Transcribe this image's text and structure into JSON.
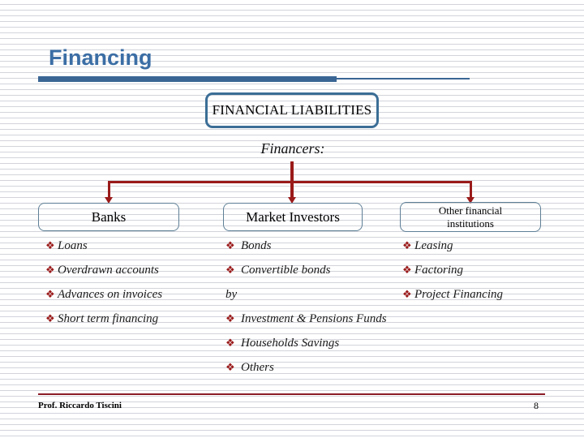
{
  "slide": {
    "title": "Financing",
    "page_number": "8",
    "author": "Prof. Riccardo Tiscini",
    "accent_blue": "#3A6694",
    "title_blue": "#3B6EA5",
    "arrow_red": "#9A1A1A",
    "footer_rule_red": "#8A1B26",
    "box_border_blue": "#5E7F96"
  },
  "diagram": {
    "root_box_label": "FINANCIAL LIABILITIES",
    "subtitle": "Financers:",
    "branches": [
      {
        "box_label": "Banks",
        "items": [
          {
            "bullet": "❖",
            "text": "Loans"
          },
          {
            "bullet": "❖",
            "text": "Overdrawn accounts"
          },
          {
            "bullet": "❖",
            "text": "Advances on invoices"
          },
          {
            "bullet": "❖",
            "text": "Short term financing"
          }
        ]
      },
      {
        "box_label": "Market Investors",
        "items": [
          {
            "bullet": "❖",
            "text": "Bonds"
          },
          {
            "bullet": "❖",
            "text": "Convertible bonds"
          },
          {
            "bullet": "",
            "text": "by"
          },
          {
            "bullet": "❖",
            "text": "Investment & Pensions Funds"
          },
          {
            "bullet": "❖",
            "text": "Households Savings"
          },
          {
            "bullet": "❖",
            "text": "Others"
          }
        ]
      },
      {
        "box_label_line1": "Other financial",
        "box_label_line2": "institutions",
        "items": [
          {
            "bullet": "❖",
            "text": "Leasing"
          },
          {
            "bullet": "❖",
            "text": "Factoring"
          },
          {
            "bullet": "❖",
            "text": "Project Financing"
          }
        ]
      }
    ]
  }
}
